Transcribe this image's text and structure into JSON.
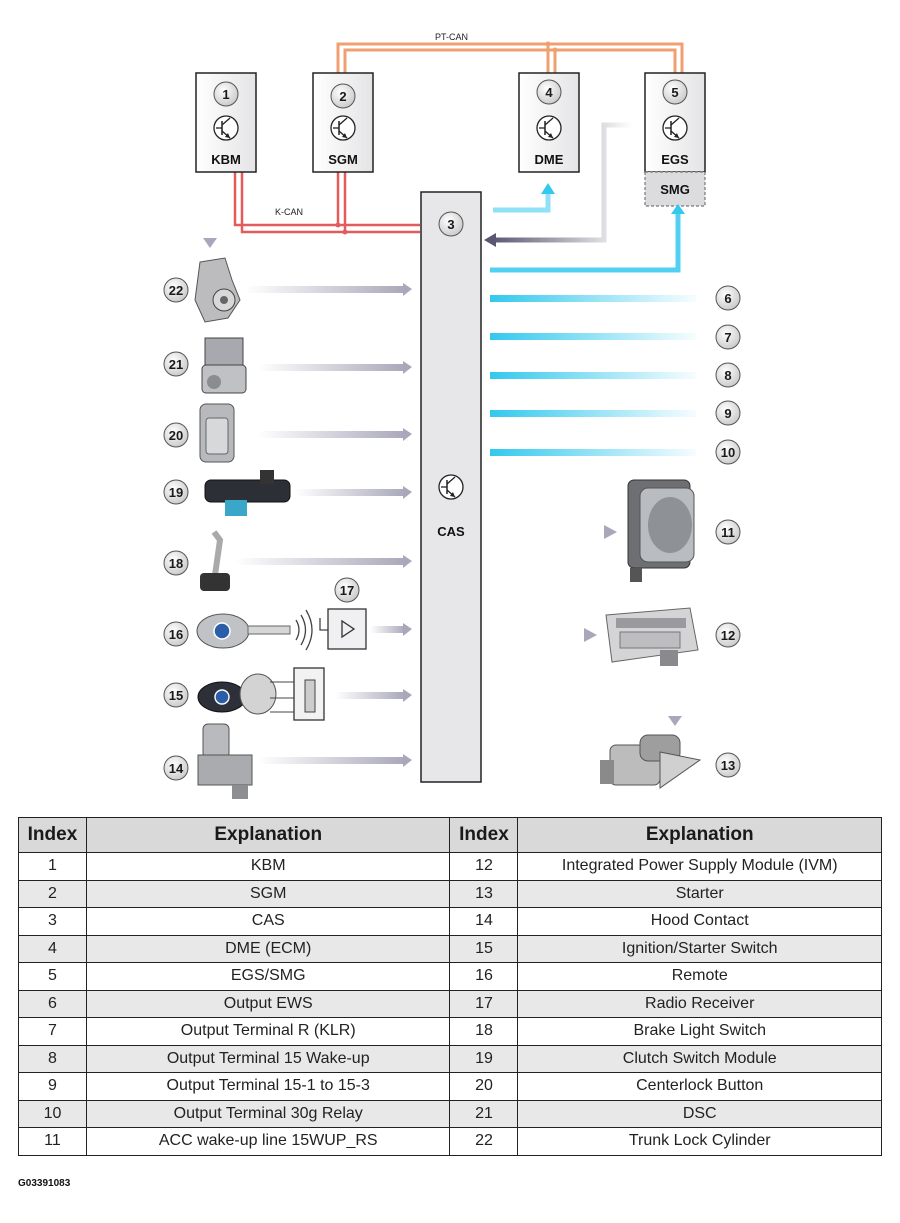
{
  "diagram": {
    "modules": [
      {
        "num": "1",
        "label": "KBM"
      },
      {
        "num": "2",
        "label": "SGM"
      },
      {
        "num": "4",
        "label": "DME"
      },
      {
        "num": "5",
        "label": "EGS"
      }
    ],
    "smg_label": "SMG",
    "cas": {
      "num": "3",
      "label": "CAS"
    },
    "buses": {
      "pt_can": "PT-CAN",
      "k_can": "K-CAN"
    },
    "inputs": [
      "22",
      "21",
      "20",
      "19",
      "18",
      "16",
      "15",
      "14"
    ],
    "receiver_num": "17",
    "outputs": [
      "6",
      "7",
      "8",
      "9",
      "10"
    ],
    "outputs_devices": [
      "11",
      "12",
      "13"
    ],
    "colors": {
      "pt_can": "#f0a070",
      "k_can": "#e35b5b",
      "output_arrow": "#33c8ee",
      "input_arrow": "#b0afc0",
      "cas_fill": "#e7e7e9"
    }
  },
  "legend": {
    "headers": [
      "Index",
      "Explanation",
      "Index",
      "Explanation"
    ],
    "rows": [
      [
        "1",
        "KBM",
        "12",
        "Integrated Power Supply Module (IVM)"
      ],
      [
        "2",
        "SGM",
        "13",
        "Starter"
      ],
      [
        "3",
        "CAS",
        "14",
        "Hood Contact"
      ],
      [
        "4",
        "DME (ECM)",
        "15",
        "Ignition/Starter Switch"
      ],
      [
        "5",
        "EGS/SMG",
        "16",
        "Remote"
      ],
      [
        "6",
        "Output EWS",
        "17",
        "Radio Receiver"
      ],
      [
        "7",
        "Output Terminal R (KLR)",
        "18",
        "Brake Light Switch"
      ],
      [
        "8",
        "Output Terminal 15 Wake-up",
        "19",
        "Clutch Switch Module"
      ],
      [
        "9",
        "Output Terminal 15-1 to 15-3",
        "20",
        "Centerlock Button"
      ],
      [
        "10",
        "Output Terminal 30g Relay",
        "21",
        "DSC"
      ],
      [
        "11",
        "ACC wake-up line 15WUP_RS",
        "22",
        "Trunk Lock Cylinder"
      ]
    ]
  },
  "figure_id": "G03391083"
}
